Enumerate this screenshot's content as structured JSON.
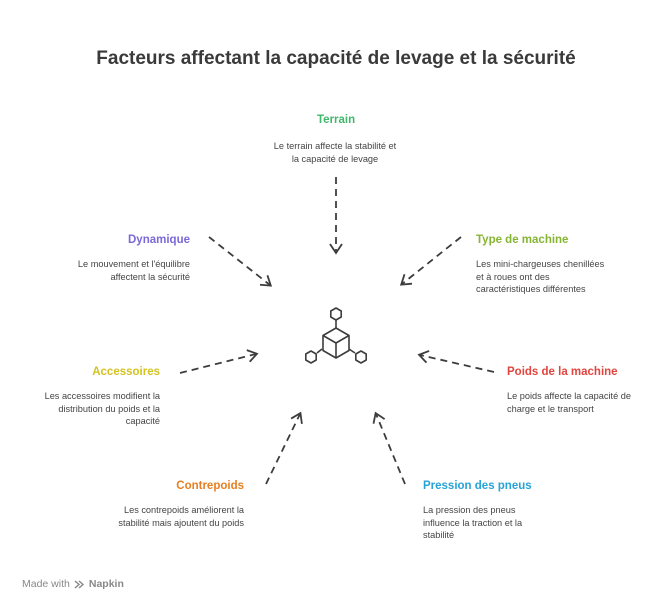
{
  "title": "Facteurs affectant la capacité de levage et la sécurité",
  "colors": {
    "terrain": "#3fb86b",
    "type_machine": "#86b534",
    "poids_machine": "#e0453f",
    "pression_pneus": "#27a3d6",
    "contrepoids": "#e67e22",
    "accessoires": "#d4c320",
    "dynamique": "#7b68d9"
  },
  "factors": {
    "terrain": {
      "heading": "Terrain",
      "line1": "Le terrain affecte la stabilité et",
      "line2": "la capacité de levage"
    },
    "type_machine": {
      "heading": "Type de machine",
      "line1": "Les mini-chargeuses chenillées",
      "line2": "et à roues ont des",
      "line3": "caractéristiques différentes"
    },
    "poids_machine": {
      "heading": "Poids de la machine",
      "line1": "Le poids affecte la capacité de",
      "line2": "charge et le transport"
    },
    "pression_pneus": {
      "heading": "Pression des pneus",
      "line1": "La pression des pneus",
      "line2": "influence la traction et la",
      "line3": "stabilité"
    },
    "contrepoids": {
      "heading": "Contrepoids",
      "line1": "Les contrepoids améliorent la",
      "line2": "stabilité mais ajoutent du poids"
    },
    "accessoires": {
      "heading": "Accessoires",
      "line1": "Les accessoires modifient la",
      "line2": "distribution du poids et la",
      "line3": "capacité"
    },
    "dynamique": {
      "heading": "Dynamique",
      "line1": "Le mouvement et l'équilibre",
      "line2": "affectent la sécurité"
    }
  },
  "center_icon": "cube-network-icon",
  "footer": {
    "prefix": "Made with",
    "brand": "Napkin",
    "icon": "napkin-logo-icon"
  }
}
